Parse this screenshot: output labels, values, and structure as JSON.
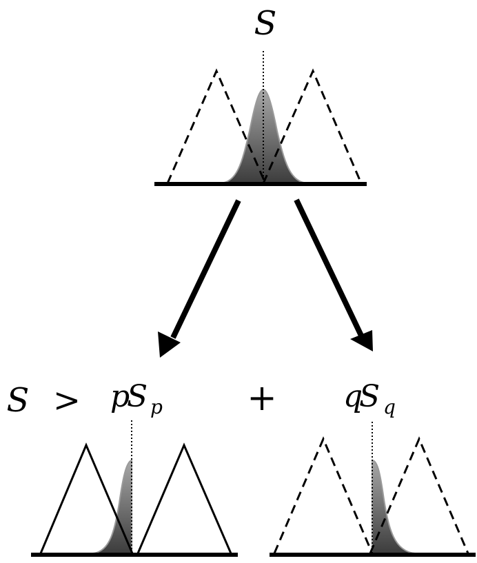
{
  "labels": {
    "top": "S",
    "left_lhs": "S",
    "gt": ">",
    "p_coef": "p",
    "p_S": "S",
    "p_sub": "p",
    "plus": "+",
    "q_coef": "q",
    "q_S": "S",
    "q_sub": "q"
  },
  "colors": {
    "line": "#000000",
    "gauss_top": "#9a9a9a",
    "gauss_bottom": "#4a4a4a"
  },
  "panels": [
    {
      "id": "top",
      "triangles": "dashed",
      "gaussian": "centered"
    },
    {
      "id": "bottom-left",
      "triangles": "solid",
      "gaussian": "left-half"
    },
    {
      "id": "bottom-right",
      "triangles": "dashed",
      "gaussian": "right-half"
    }
  ]
}
